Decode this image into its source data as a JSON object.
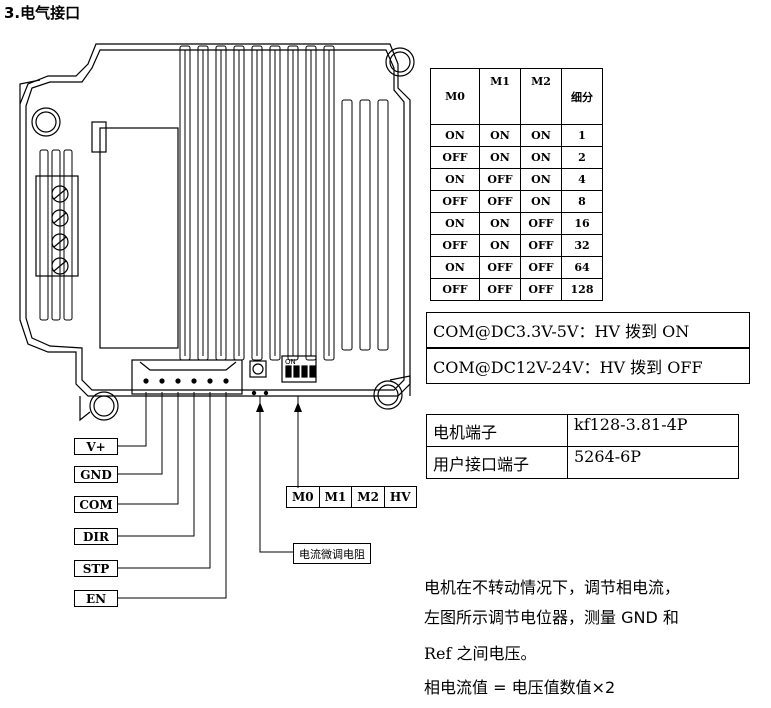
{
  "heading": "3.电气接口",
  "microstep_table": {
    "headers": [
      "M0",
      "M1",
      "M2",
      "细分"
    ],
    "rows": [
      [
        "ON",
        "ON",
        "ON",
        "1"
      ],
      [
        "OFF",
        "ON",
        "ON",
        "2"
      ],
      [
        "ON",
        "OFF",
        "ON",
        "4"
      ],
      [
        "OFF",
        "OFF",
        "ON",
        "8"
      ],
      [
        "ON",
        "ON",
        "OFF",
        "16"
      ],
      [
        "OFF",
        "ON",
        "OFF",
        "32"
      ],
      [
        "ON",
        "OFF",
        "OFF",
        "64"
      ],
      [
        "OFF",
        "OFF",
        "OFF",
        "128"
      ]
    ]
  },
  "hv_notes": [
    "COM@DC3.3V-5V：HV 拨到 ON",
    "COM@DC12V-24V：HV 拨到 OFF"
  ],
  "terminals": [
    {
      "label": "电机端子",
      "value": "kf128-3.81-4P"
    },
    {
      "label": "用户接口端子",
      "value": "5264-6P"
    }
  ],
  "signals": [
    "V+",
    "GND",
    "COM",
    "DIR",
    "STP",
    "EN"
  ],
  "dip_labels": [
    "M0",
    "M1",
    "M2",
    "HV"
  ],
  "dip_switch_text": "ON",
  "pot_label": "电流微调电阻",
  "notes": [
    "电机在不转动情况下，调节相电流，",
    "左图所示调节电位器，测量 GND 和",
    "Ref 之间电压。",
    "相电流值 = 电压值数值×2"
  ]
}
